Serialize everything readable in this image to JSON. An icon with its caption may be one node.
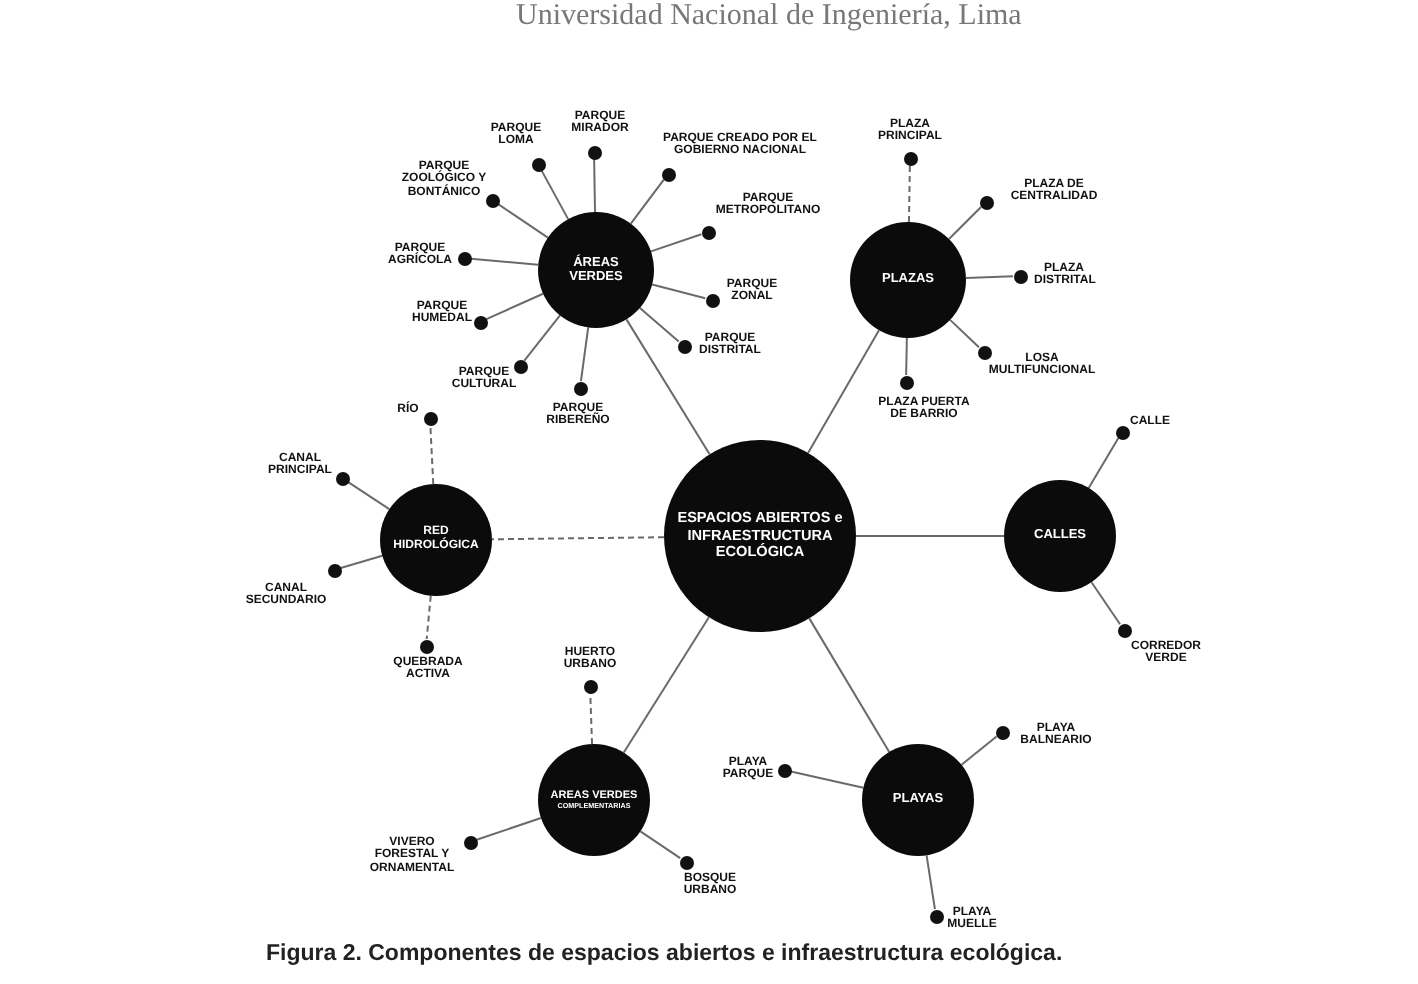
{
  "diagram": {
    "caption": "Figura 2. Componentes de espacios abiertos e infraestructura ecológica.",
    "nodes": [
      {
        "text": [
          "ÁREAS VERDES"
        ]
      },
      {
        "text": [],
        "shape": "circle",
        "beside": [
          "PARQUE LOMA"
        ]
      },
      {
        "text": [],
        "shape": "circle",
        "beside": [
          "PARQUE MIRADOR"
        ]
      },
      {
        "text": [],
        "shape": "circle",
        "beside": [
          "PARQUE CREADO POR EL GOBIERNO NACIONAL"
        ]
      },
      {
        "text": [],
        "shape": "circle",
        "beside": [
          "PARQUE METROPOLITANO"
        ]
      },
      {
        "text": [],
        "shape": "circle",
        "beside": [
          "PARQUE ZONAL"
        ]
      },
      {
        "text": [],
        "shape": "circle",
        "beside": [
          "PARQUE DISTRITAL"
        ]
      },
      {
        "text": [],
        "shape": "circle",
        "beside": [
          "PARQUE RIBEREÑO"
        ]
      },
      {
        "text": [],
        "shape": "circle",
        "beside": [
          "PARQUE CULTURAL"
        ]
      },
      {
        "text": [],
        "shape": "circle",
        "beside": [
          "PARQUE HUMEDAL"
        ]
      },
      {
        "text": [],
        "shape": "circle",
        "beside": [
          "PARQUE AGRÍCOLA"
        ]
      },
      {
        "text": [],
        "shape": "circle",
        "beside": [
          "PARQUE ZOOLÓGICO Y BONTÁNICO"
        ]
      },
      {
        "text": [
          "PLAZAS"
        ]
      },
      {
        "text": [],
        "shape": "circle",
        "beside": [
          "PLAZA PRINCIPAL"
        ]
      },
      {
        "text": [],
        "shape": "circle",
        "beside": [
          "PLAZA DE CENTRALIDAD"
        ]
      },
      {
        "text": [],
        "shape": "circle",
        "beside": [
          "PLAZA DISTRITAL"
        ]
      },
      {
        "text": [],
        "shape": "circle",
        "beside": [
          "LOSA MULTIFUNCIONAL"
        ]
      },
      {
        "text": [],
        "shape": "circle",
        "beside": [
          "PLAZA PUERTA DE BARRIO"
        ]
      },
      {
        "text": [
          "RED HIDROLÓGICA"
        ]
      },
      {
        "text": [],
        "shape": "circle",
        "beside": [
          "RÍO"
        ]
      },
      {
        "text": [],
        "shape": "circle",
        "beside": [
          "CANAL PRINCIPAL"
        ]
      },
      {
        "text": [],
        "shape": "circle",
        "beside": [
          "CANAL SECUNDARIO"
        ]
      },
      {
        "text": [],
        "shape": "circle",
        "beside": [
          "QUEBRADA ACTIVA"
        ]
      },
      {
        "text": [
          "ESPACIOS ABIERTOS e INFRAESTRUCTURA ECOLÓGICA"
        ]
      },
      {
        "text": [
          "CALLES"
        ]
      },
      {
        "text": [],
        "shape": "circle",
        "beside": [
          "CALLE"
        ]
      },
      {
        "text": [],
        "shape": "circle",
        "beside": [
          "CORREDOR VERDE"
        ]
      },
      {
        "text": [
          "AREAS VERDES",
          "COMPLEMENTARIAS"
        ]
      },
      {
        "text": [],
        "shape": "circle",
        "beside": [
          "HUERTO URBANO"
        ]
      },
      {
        "text": [],
        "shape": "circle",
        "beside": [
          "VIVERO FORESTAL Y ORNAMENTAL"
        ]
      },
      {
        "text": [],
        "shape": "circle",
        "beside": [
          "BOSQUE URBANO"
        ]
      },
      {
        "text": [
          "PLAYAS"
        ]
      },
      {
        "text": [],
        "shape": "circle",
        "beside": [
          "PLAYA PARQUE"
        ]
      },
      {
        "text": [],
        "shape": "circle",
        "beside": [
          "PLAYA BALNEARIO"
        ]
      },
      {
        "text": [],
        "shape": "circle",
        "beside": [
          "PLAYA MUELLE"
        ]
      }
    ],
    "edges": [
      {
        "from": 23,
        "to": 0,
        "arrow": "none"
      },
      {
        "from": 23,
        "to": 12,
        "arrow": "none"
      },
      {
        "from": 23,
        "to": 18,
        "arrow": "none",
        "style": "dashed"
      },
      {
        "from": 23,
        "to": 24,
        "arrow": "none"
      },
      {
        "from": 23,
        "to": 27,
        "arrow": "none"
      },
      {
        "from": 23,
        "to": 31,
        "arrow": "none"
      },
      {
        "from": 0,
        "to": 1,
        "arrow": "none"
      },
      {
        "from": 0,
        "to": 2,
        "arrow": "none"
      },
      {
        "from": 0,
        "to": 3,
        "arrow": "none"
      },
      {
        "from": 0,
        "to": 4,
        "arrow": "none"
      },
      {
        "from": 0,
        "to": 5,
        "arrow": "none"
      },
      {
        "from": 0,
        "to": 6,
        "arrow": "none"
      },
      {
        "from": 0,
        "to": 7,
        "arrow": "none"
      },
      {
        "from": 0,
        "to": 8,
        "arrow": "none"
      },
      {
        "from": 0,
        "to": 9,
        "arrow": "none"
      },
      {
        "from": 0,
        "to": 10,
        "arrow": "none"
      },
      {
        "from": 0,
        "to": 11,
        "arrow": "none"
      },
      {
        "from": 12,
        "to": 13,
        "arrow": "none",
        "style": "dashed"
      },
      {
        "from": 12,
        "to": 14,
        "arrow": "none"
      },
      {
        "from": 12,
        "to": 15,
        "arrow": "none"
      },
      {
        "from": 12,
        "to": 16,
        "arrow": "none"
      },
      {
        "from": 12,
        "to": 17,
        "arrow": "none"
      },
      {
        "from": 18,
        "to": 19,
        "arrow": "none",
        "style": "dashed"
      },
      {
        "from": 18,
        "to": 20,
        "arrow": "none"
      },
      {
        "from": 18,
        "to": 21,
        "arrow": "none"
      },
      {
        "from": 18,
        "to": 22,
        "arrow": "none",
        "style": "dashed"
      },
      {
        "from": 24,
        "to": 25,
        "arrow": "none"
      },
      {
        "from": 24,
        "to": 26,
        "arrow": "none"
      },
      {
        "from": 27,
        "to": 28,
        "arrow": "none",
        "style": "dashed"
      },
      {
        "from": 27,
        "to": 29,
        "arrow": "none"
      },
      {
        "from": 27,
        "to": 30,
        "arrow": "none"
      },
      {
        "from": 31,
        "to": 32,
        "arrow": "none"
      },
      {
        "from": 31,
        "to": 33,
        "arrow": "none"
      },
      {
        "from": 31,
        "to": 34,
        "arrow": "none"
      }
    ],
    "labels": [
      "Universidad Nacional de Ingeniería, Lima"
    ]
  }
}
